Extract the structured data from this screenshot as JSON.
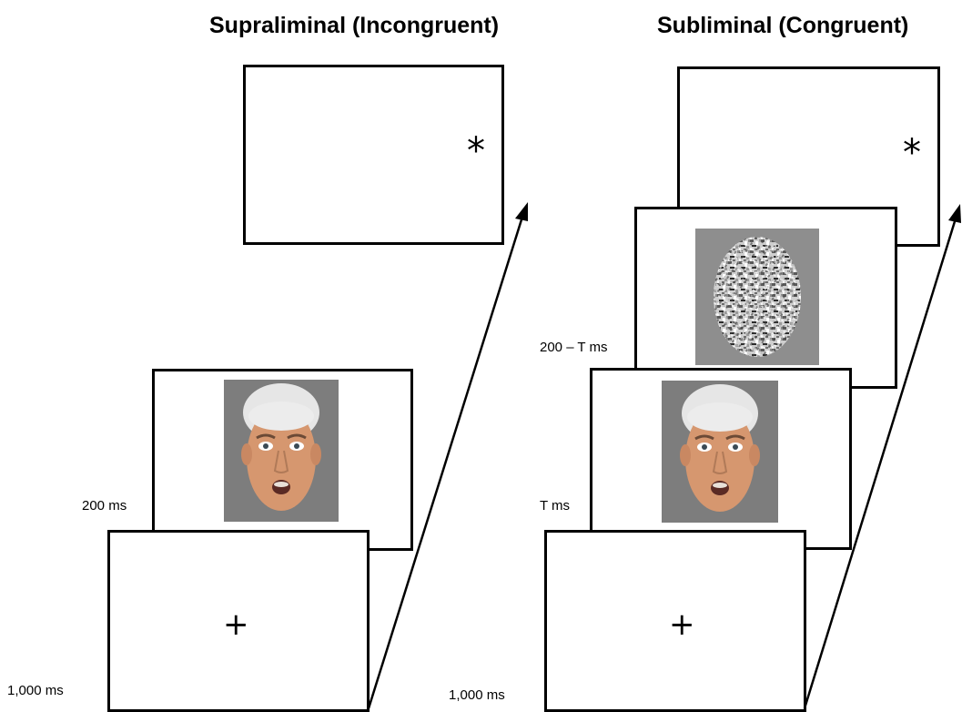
{
  "panels": {
    "supraliminal": {
      "title": "Supraliminal (Incongruent)",
      "fixation_label": "1,000 ms",
      "face_label": "200 ms",
      "fixation_symbol": "+",
      "target_symbol": "*"
    },
    "subliminal": {
      "title": "Subliminal (Congruent)",
      "fixation_label": "1,000 ms",
      "face_label": "T ms",
      "mask_label": "200 – T ms",
      "fixation_symbol": "+",
      "target_symbol": "*"
    }
  },
  "colors": {
    "image_background": "#7d7d7d",
    "mask_background": "#8e8e8e",
    "frame_border": "#000000"
  },
  "icons": {
    "face": "fearful-face-icon",
    "mask": "noise-mask-icon",
    "time_arrow": "time-arrow-icon"
  }
}
